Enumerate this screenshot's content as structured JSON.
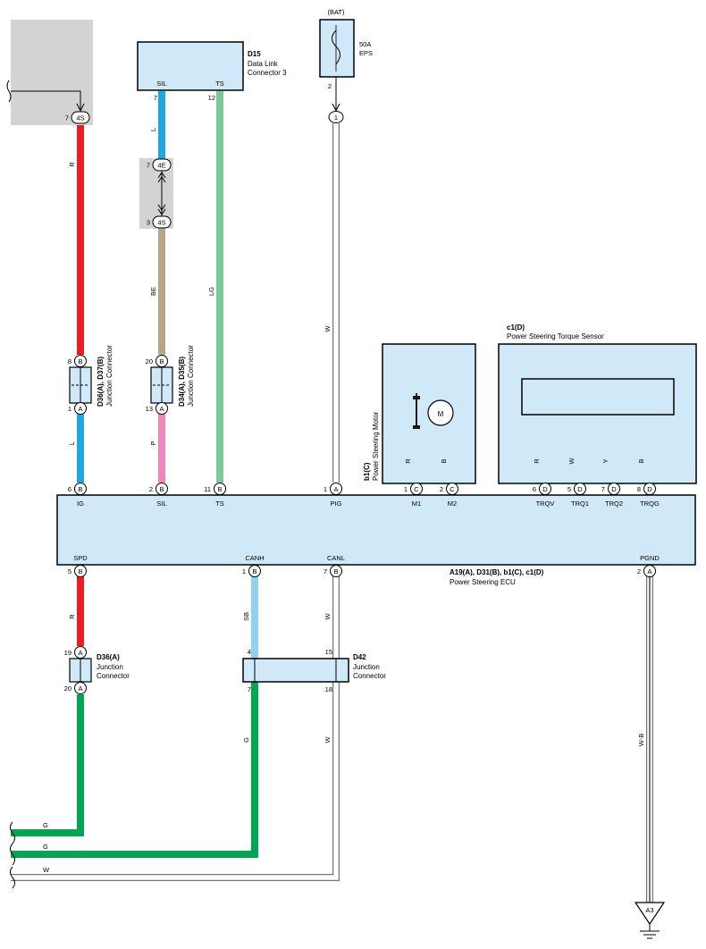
{
  "colors": {
    "box_fill": "#cfe9f8",
    "shade": "#d3d3d3",
    "red": "#ed1c24",
    "blue": "#1fa7e1",
    "light_blue": "#8fd3f3",
    "beige": "#b9a38b",
    "pink": "#f286bb",
    "light_green": "#7fc897",
    "green": "#00a651",
    "yellow": "#ffd700",
    "black": "#1a1a1a",
    "white": "#ffffff"
  },
  "components": {
    "d15": {
      "id": "D15",
      "name_line1": "Data Link",
      "name_line2": "Connector 3",
      "pin_sil": "SIL",
      "pin_ts": "TS",
      "pin_sil_no": "7",
      "pin_ts_no": "12"
    },
    "bat": {
      "label": "(BAT)",
      "fuse_line1": "50A",
      "fuse_line2": "EPS",
      "pin_no": "2"
    },
    "motor": {
      "id": "b1(C)",
      "name": "Power Steering Motor",
      "symbol": "M"
    },
    "torque_sensor": {
      "id": "c1(D)",
      "name": "Power Steering Torque Sensor"
    },
    "ecu": {
      "id": "A19(A), D31(B), b1(C), c1(D)",
      "name": "Power Steering ECU",
      "top_pins": [
        {
          "no": "6",
          "conn": "B",
          "name": "IG"
        },
        {
          "no": "2",
          "conn": "B",
          "name": "SIL"
        },
        {
          "no": "11",
          "conn": "B",
          "name": "TS"
        },
        {
          "no": "1",
          "conn": "A",
          "name": "PIG"
        },
        {
          "no": "1",
          "conn": "C",
          "name": "M1"
        },
        {
          "no": "2",
          "conn": "C",
          "name": "M2"
        },
        {
          "no": "6",
          "conn": "D",
          "name": "TRQV"
        },
        {
          "no": "5",
          "conn": "D",
          "name": "TRQ1"
        },
        {
          "no": "7",
          "conn": "D",
          "name": "TRQ2"
        },
        {
          "no": "8",
          "conn": "D",
          "name": "TRQG"
        }
      ],
      "bottom_pins": [
        {
          "no": "5",
          "conn": "B",
          "name": "SPD"
        },
        {
          "no": "1",
          "conn": "B",
          "name": "CANH"
        },
        {
          "no": "7",
          "conn": "B",
          "name": "CANL"
        },
        {
          "no": "2",
          "conn": "A",
          "name": "PGND"
        }
      ]
    },
    "jc_d36_d37": {
      "id": "D36(A), D37(B)",
      "name": "Junction Connector",
      "top_pin": {
        "no": "8",
        "conn": "B"
      },
      "bottom_pin": {
        "no": "1",
        "conn": "A"
      }
    },
    "jc_d34_d35": {
      "id": "D34(A), D35(B)",
      "name": "Junction Connector",
      "top_pin": {
        "no": "20",
        "conn": "B"
      },
      "bottom_pin": {
        "no": "13",
        "conn": "A"
      }
    },
    "jc_d36a": {
      "id": "D36(A)",
      "name_line1": "Junction",
      "name_line2": "Connector",
      "top_pin": {
        "no": "19",
        "conn": "A"
      },
      "bottom_pin": {
        "no": "20",
        "conn": "A"
      }
    },
    "jc_d42": {
      "id": "D42",
      "name_line1": "Junction",
      "name_line2": "Connector",
      "pin_4": "4",
      "pin_15": "15",
      "pin_7": "7",
      "pin_18": "18"
    }
  },
  "inline_connectors": {
    "c_4s_top": {
      "pin_no": "7",
      "code": "4S"
    },
    "c_4e": {
      "pin_no": "7",
      "code": "4E"
    },
    "c_4s_mid": {
      "pin_no": "3",
      "code": "4S"
    },
    "c_pig": {
      "code": "1"
    }
  },
  "wire_labels": {
    "r_ig_upper": "R",
    "l_ig_lower": "L",
    "l_sil_upper": "L",
    "be_sil": "BE",
    "p_sil_lower": "P",
    "lg_ts": "LG",
    "w_pig": "W",
    "r_m1": "R",
    "b_m2": "B",
    "r_trqv": "R",
    "w_trq1": "W",
    "y_trq2": "Y",
    "b_trqg": "B",
    "r_spd": "R",
    "sb_canh": "SB",
    "w_canl_upper": "W",
    "g_d42": "G",
    "w_canl_lower": "W",
    "wb_pgnd": "W-B",
    "g_out1": "G",
    "g_out2": "G",
    "w_out": "W"
  },
  "ground": {
    "label": "A3"
  }
}
